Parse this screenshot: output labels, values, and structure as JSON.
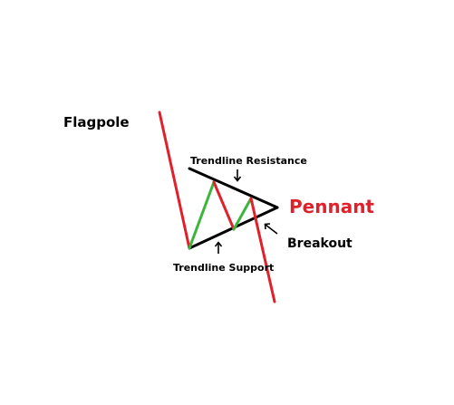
{
  "labels": {
    "flagpole": "Flagpole",
    "trendline_resistance": "Trendline Resistance",
    "pennant": "Pennant",
    "breakout": "Breakout",
    "trendline_support": "Trendline Support"
  },
  "colors": {
    "background": "#ffffff",
    "down_move": "#e0202a",
    "up_move": "#3cb53c",
    "trendline": "#000000",
    "pennant_label": "#e0202a",
    "text": "#000000"
  },
  "icons": {
    "resistance_pointer": "arrow-down-icon",
    "support_pointer": "arrow-up-icon",
    "breakout_pointer": "arrow-up-left-icon"
  }
}
